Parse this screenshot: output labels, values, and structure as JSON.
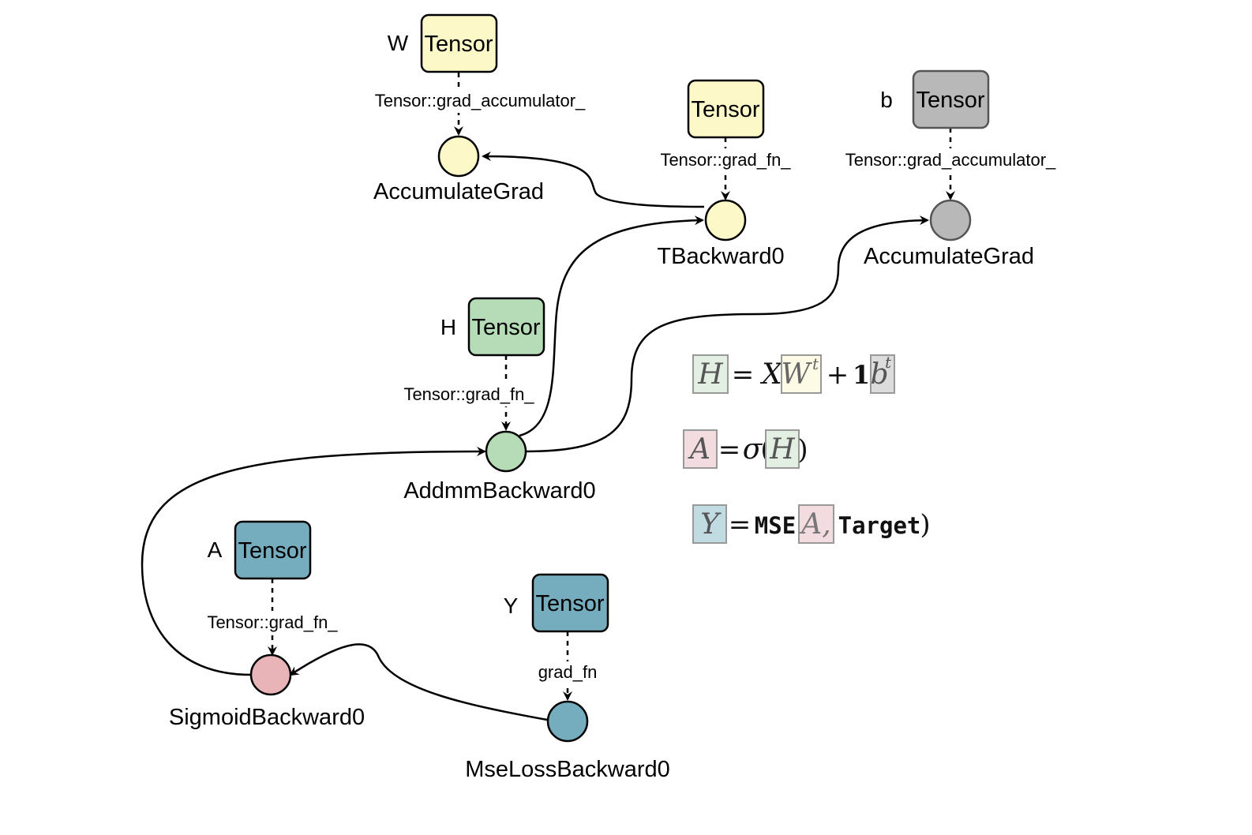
{
  "colors": {
    "yellow_fill": "#fdf8c8",
    "gray_fill": "#b8b8b8",
    "green_fill": "#b5dcb7",
    "pink_fill": "#e8b4b8",
    "teal_fill": "#75adbe",
    "stroke": "#000000"
  },
  "tensors": [
    {
      "id": "W",
      "label": "Tensor",
      "var": "W",
      "color": "#fdf8c8"
    },
    {
      "id": "T",
      "label": "Tensor",
      "var": "",
      "color": "#fdf8c8"
    },
    {
      "id": "b",
      "label": "Tensor",
      "var": "b",
      "color": "#b8b8b8"
    },
    {
      "id": "H",
      "label": "Tensor",
      "var": "H",
      "color": "#b5dcb7"
    },
    {
      "id": "A",
      "label": "Tensor",
      "var": "A",
      "color": "#75adbe"
    },
    {
      "id": "Y",
      "label": "Tensor",
      "var": "Y",
      "color": "#75adbe"
    }
  ],
  "edge_labels": {
    "W": "Tensor::grad_accumulator_",
    "T": "Tensor::grad_fn_",
    "b": "Tensor::grad_accumulator_",
    "H": "Tensor::grad_fn_",
    "A": "Tensor::grad_fn_",
    "Y": "grad_fn"
  },
  "nodes": [
    {
      "id": "acc_w",
      "label": "AccumulateGrad",
      "color": "#fdf8c8"
    },
    {
      "id": "tback",
      "label": "TBackward0",
      "color": "#fdf8c8"
    },
    {
      "id": "acc_b",
      "label": "AccumulateGrad",
      "color": "#b8b8b8"
    },
    {
      "id": "addmm",
      "label": "AddmmBackward0",
      "color": "#b5dcb7"
    },
    {
      "id": "sigmoid",
      "label": "SigmoidBackward0",
      "color": "#e8b4b8"
    },
    {
      "id": "mse",
      "label": "MseLossBackward0",
      "color": "#75adbe"
    }
  ],
  "equations": {
    "eq1": {
      "lhs": "H",
      "eq": "=",
      "x": "X",
      "w": "W",
      "t1": "t",
      "plus": "+",
      "one": "1",
      "b": "b",
      "t2": "t"
    },
    "eq2": {
      "lhs": "A",
      "eq": "=",
      "sigma": "σ",
      "lp": "(",
      "h": "H",
      "rp": ")"
    },
    "eq3": {
      "lhs": "Y",
      "eq": "=",
      "mse": "MSE",
      "lp": "(",
      "a": "A,",
      "target": "Target",
      "rp": ")"
    }
  }
}
